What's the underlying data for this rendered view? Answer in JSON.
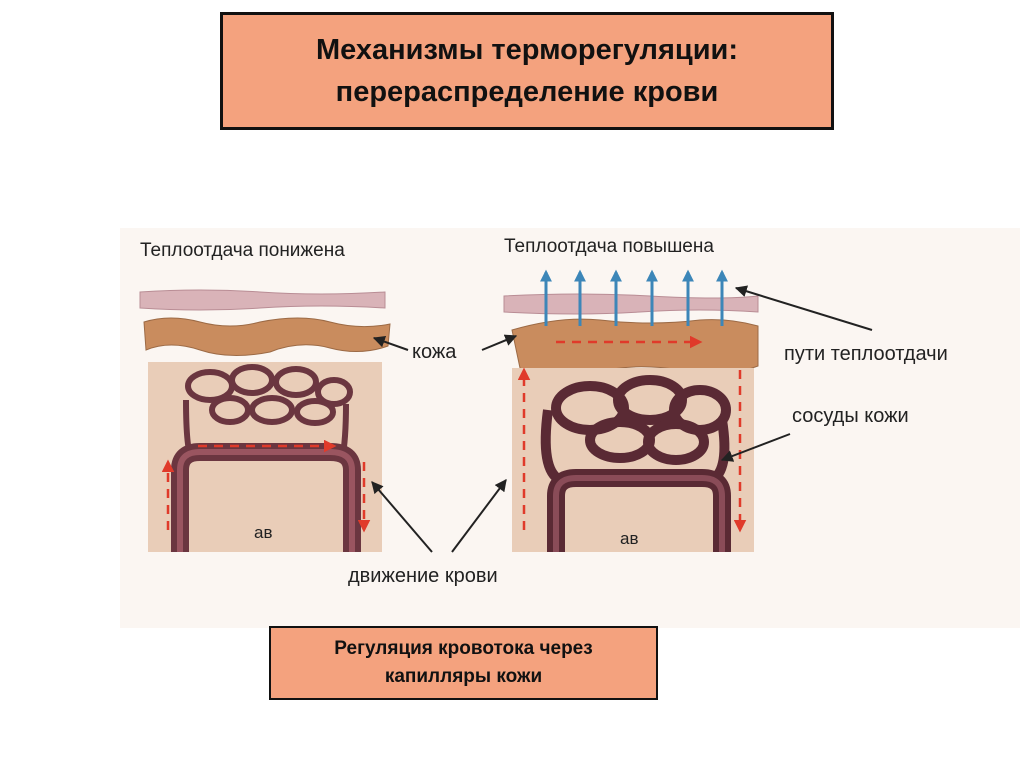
{
  "title": {
    "line1": "Механизмы терморегуляции:",
    "line2": "перераспределение крови"
  },
  "diagram": {
    "left_header": "Теплоотдача понижена",
    "right_header": "Теплоотдача повышена",
    "label_skin": "кожа",
    "label_heat_paths": "пути теплоотдачи",
    "label_skin_vessels": "сосуды кожи",
    "label_blood_flow": "движение крови",
    "label_av_left": "ав",
    "label_av_right": "ав"
  },
  "caption": {
    "line1": "Регуляция кровотока через",
    "line2": "капилляры кожи"
  },
  "colors": {
    "title_fill": "#f4a27e",
    "skin_band": "#c98c5e",
    "tissue": "#e9cdb8",
    "vessel": "#6b3640",
    "flow_arrow": "#e03a2a",
    "heat_arrow": "#3c86b8"
  }
}
